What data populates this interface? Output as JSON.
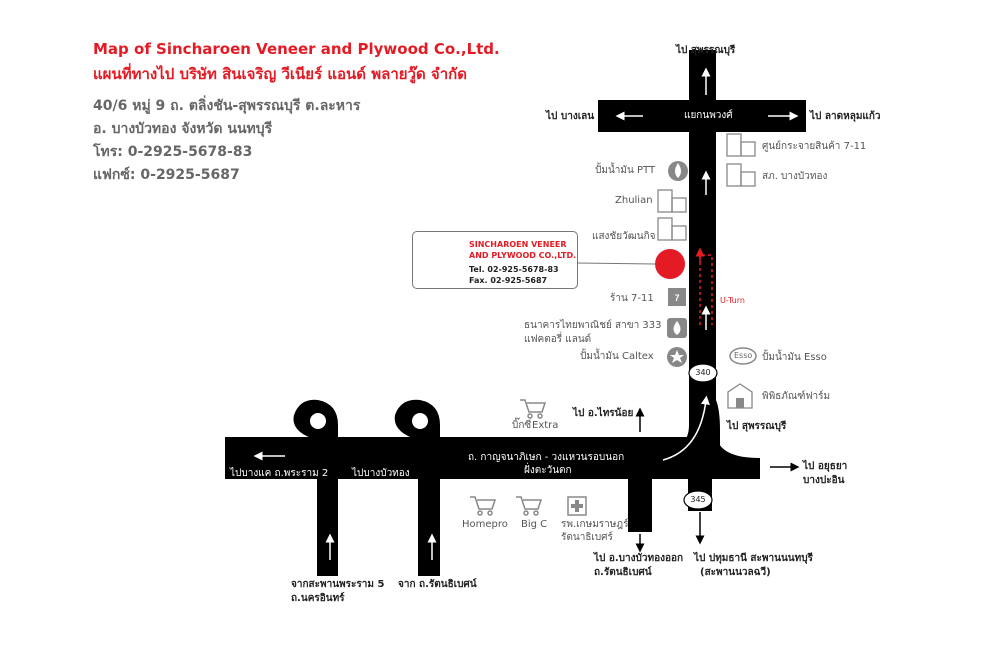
{
  "header": {
    "title_en": "Map of Sincharoen Veneer and Plywood Co.,Ltd.",
    "title_th": "แผนที่ทางไป บริษัท สินเจริญ วีเนียร์ แอนด์ พลายวู๊ด จำกัด",
    "address_line1": "40/6 หมู่ 9 ถ. ตลิ่งชัน-สุพรรณบุรี ต.ละหาร",
    "address_line2": "อ. บางบัวทอง จังหวัด นนทบุรี",
    "phone": "โทร: 0-2925-5678-83",
    "fax": "แฟกซ์: 0-2925-5687"
  },
  "company": {
    "name_line1": "SINCHAROEN VENEER",
    "name_line2": "AND PLYWOOD CO.,LTD.",
    "tel": "Tel. 02-925-5678-83",
    "fax": "Fax. 02-925-5687"
  },
  "roads": {
    "to_suphan_top": "ไป สุพรรณบุรี",
    "to_bang_len": "ไป บางเลน",
    "to_lat_lum_kaeo": "ไป ลาดหลุมแก้ว",
    "intersection": "แยกนพวงศ์",
    "to_suphan_bottom": "ไป สุพรรณบุรี",
    "to_sai_noi": "ไป อ.ไทรน้อย",
    "main_road_line1": "ถ. กาญจนาภิเษก - วงแหวนรอบนอก",
    "main_road_line2": "ฝั่งตะวันตก",
    "to_bang_khae": "ไปบางแค ถ.พระราม 2",
    "to_bang_bua_thong": "ไปบางบัวทอง",
    "to_ayutthaya_line1": "ไป อยุธยา",
    "to_ayutthaya_line2": "บางปะอิน",
    "from_rama5_line1": "จากสะพานพระราม 5",
    "from_rama5_line2": "ถ.นครอินทร์",
    "from_rattanathibet": "จาก ถ.รัตนธิเบศน์",
    "to_bbt_out_line1": "ไป อ.บางบัวทองออก",
    "to_bbt_out_line2": "ถ.รัตนธิเบศน์",
    "to_pathum_line1": "ไป ปทุมธานี สะพานนนทบุรี",
    "to_pathum_line2": "(สะพานนวลฉวี)",
    "route_340": "340",
    "route_345": "345",
    "u_turn": "U-Turn"
  },
  "landmarks": {
    "distribution_center": "ศูนย์กระจายสินค้า 7-11",
    "district_office": "สภ. บางบัวทอง",
    "ptt": "ปั้มน้ำมัน PTT",
    "zhulian": "Zhulian",
    "saengchai": "แสงชัยวัฒนกิจ",
    "seven_eleven": "ร้าน 7-11",
    "scb_line1": "ธนาคารไทยพาณิชย์ สาขา 333",
    "scb_line2": "แฟคตอรี่ แลนด์",
    "caltex": "ปั้มน้ำมัน Caltex",
    "esso": "ปั้มน้ำมัน Esso",
    "esso_logo": "Esso",
    "museum": "พิพิธภัณฑ์ฟาร์ม",
    "big_c_extra_line1": "บิ๊กซี",
    "big_c_extra_line2": "Extra",
    "homepro": "Homepro",
    "big_c": "Big C",
    "hospital_line1": "รพ.เกษมราษฎร์",
    "hospital_line2": "รัตนาธิเบศร์"
  },
  "colors": {
    "road": "#000000",
    "accent_red": "#e41b24",
    "icon_gray": "#888888"
  }
}
